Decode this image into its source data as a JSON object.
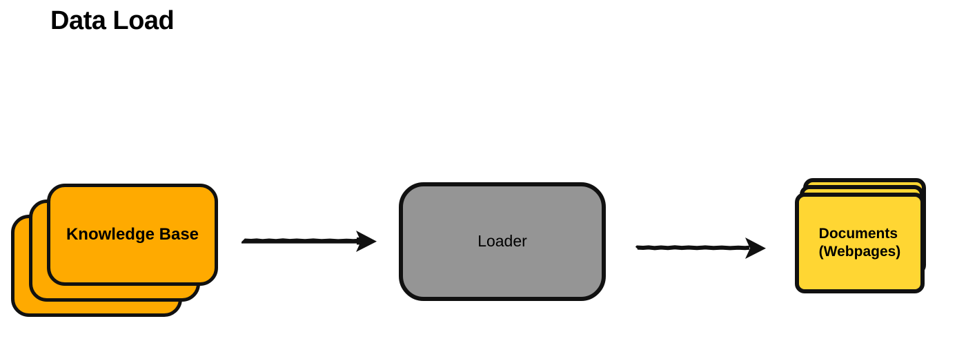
{
  "title": "Data Load",
  "background_color": "#ffffff",
  "nodes": [
    {
      "id": "knowledge-base",
      "label": "Knowledge Base",
      "shape": "card-stack",
      "stack_count": 3,
      "fill_color": "#FFAA00",
      "stroke_color": "#111111",
      "text_color": "#000000"
    },
    {
      "id": "loader",
      "label": "Loader",
      "shape": "rounded-rectangle",
      "fill_color": "#959595",
      "stroke_color": "#111111",
      "text_color": "#000000"
    },
    {
      "id": "documents",
      "label": "Documents\n(Webpages)",
      "label_line_1": "Documents",
      "label_line_2": "(Webpages)",
      "shape": "card-stack",
      "stack_count": 3,
      "fill_color": "#FFD633",
      "stroke_color": "#111111",
      "text_color": "#000000"
    }
  ],
  "connectors": [
    {
      "id": "arrow-knowledge-base-to-loader",
      "from": "knowledge-base",
      "to": "loader",
      "style": "sketchy-solid-arrow",
      "color": "#111111"
    },
    {
      "id": "arrow-loader-to-documents",
      "from": "loader",
      "to": "documents",
      "style": "sketchy-solid-arrow",
      "color": "#111111"
    }
  ]
}
